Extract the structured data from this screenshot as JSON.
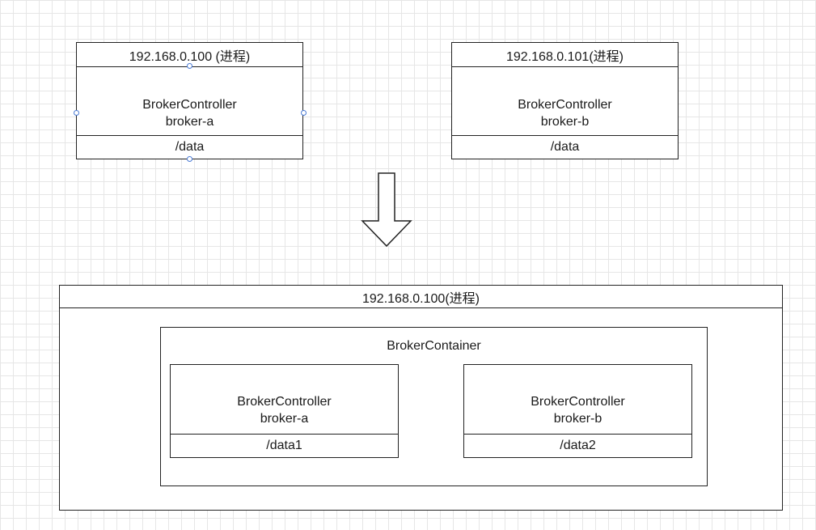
{
  "top_left": {
    "host": "192.168.0.100 (进程)",
    "controller": "BrokerController",
    "broker": "broker-a",
    "dir": "/data"
  },
  "top_right": {
    "host": "192.168.0.101(进程)",
    "controller": "BrokerController",
    "broker": "broker-b",
    "dir": "/data"
  },
  "bottom": {
    "host": "192.168.0.100(进程)",
    "container": "BrokerContainer",
    "left": {
      "controller": "BrokerController",
      "broker": "broker-a",
      "dir": "/data1"
    },
    "right": {
      "controller": "BrokerController",
      "broker": "broker-b",
      "dir": "/data2"
    }
  }
}
